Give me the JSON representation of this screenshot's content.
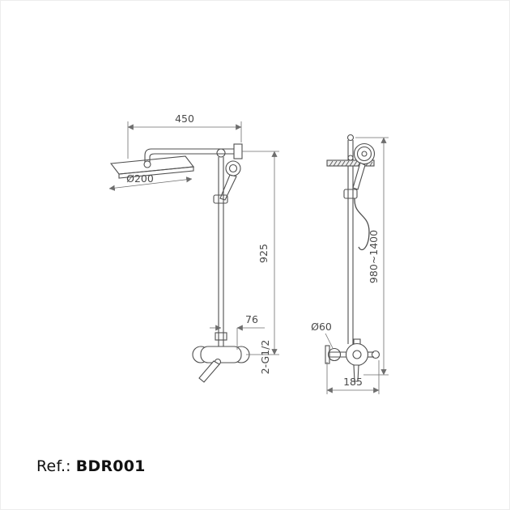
{
  "drawing": {
    "front_view": {
      "arm_reach": "450",
      "head_diameter": "Ø200",
      "riser_height": "925",
      "union_offset": "76",
      "thread_spec": "2-G1/2"
    },
    "side_view": {
      "mount_height_range": "980~1400",
      "escutcheon_diameter": "Ø60",
      "valve_center_width": "185"
    }
  },
  "footer": {
    "ref_label": "Ref.:",
    "ref_value": "BDR001"
  },
  "colors": {
    "line": "#4f4f4f",
    "dim_line": "#6e6e6e",
    "text": "#4a4a4a",
    "footer_text": "#111111"
  }
}
